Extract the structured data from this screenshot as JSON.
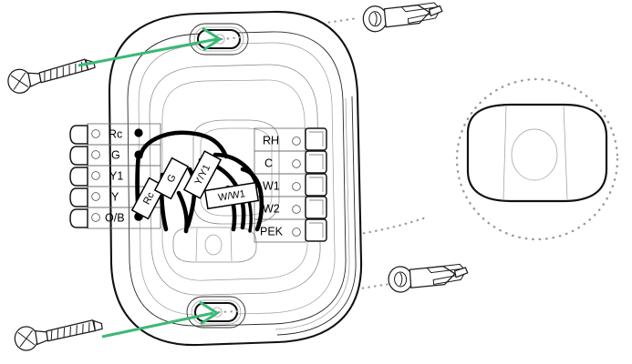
{
  "figure": {
    "title": "Thermostat wall plate mounting and wiring diagram",
    "subject": "wall-plate",
    "colors": {
      "arrow_green": "#3cb878",
      "ink_black": "#141414",
      "leader_gray": "#9b9b9b",
      "background": "#ffffff"
    }
  },
  "terminals": {
    "left_column": [
      {
        "id": "rc",
        "label": "Rc",
        "has_wire_dot": true
      },
      {
        "id": "g",
        "label": "G",
        "has_wire_dot": true
      },
      {
        "id": "y1",
        "label": "Y1",
        "has_wire_dot": false
      },
      {
        "id": "y",
        "label": "Y",
        "has_wire_dot": false
      },
      {
        "id": "ob",
        "label": "O/B",
        "has_wire_dot": true
      }
    ],
    "right_column": [
      {
        "id": "rh",
        "label": "RH"
      },
      {
        "id": "c",
        "label": "C"
      },
      {
        "id": "w1",
        "label": "W1"
      },
      {
        "id": "w2",
        "label": "W2"
      },
      {
        "id": "pek",
        "label": "PEK"
      }
    ]
  },
  "wire_tags": [
    {
      "id": "tag-rc",
      "label": "Rc",
      "rotation": -62
    },
    {
      "id": "tag-g",
      "label": "G",
      "rotation": -62
    },
    {
      "id": "tag-y-y1",
      "label": "Y/Y1",
      "rotation": -62
    },
    {
      "id": "tag-w-w1",
      "label": "W/W1",
      "rotation": -9
    }
  ],
  "hardware": [
    {
      "id": "screw-top-left",
      "type": "screw",
      "name": "mounting-screw"
    },
    {
      "id": "screw-bottom-left",
      "type": "screw",
      "name": "mounting-screw"
    },
    {
      "id": "anchor-top-right",
      "type": "anchor",
      "name": "wall-anchor"
    },
    {
      "id": "anchor-bottom-right",
      "type": "anchor",
      "name": "wall-anchor"
    }
  ],
  "mounting_holes": [
    {
      "id": "hole-top",
      "name": "top-mounting-slot"
    },
    {
      "id": "hole-bottom",
      "name": "bottom-mounting-slot"
    }
  ],
  "detail_callout": {
    "id": "slot-detail",
    "name": "magnified-mounting-slot",
    "source": "center-bottom-slot",
    "shape": "oblong-slot-with-round-hole"
  },
  "annotations": {
    "arrows": [
      {
        "id": "arrow-top",
        "from": "screw-top-left",
        "to": "hole-top"
      },
      {
        "id": "arrow-bottom",
        "from": "screw-bottom-left",
        "to": "hole-bottom"
      }
    ],
    "leaders": [
      {
        "id": "leader-top",
        "from": "hole-top",
        "to": "anchor-top-right"
      },
      {
        "id": "leader-bottom",
        "from": "hole-bottom",
        "to": "anchor-bottom-right"
      },
      {
        "id": "leader-detail",
        "from": "center-bottom-slot",
        "to": "slot-detail"
      }
    ]
  }
}
